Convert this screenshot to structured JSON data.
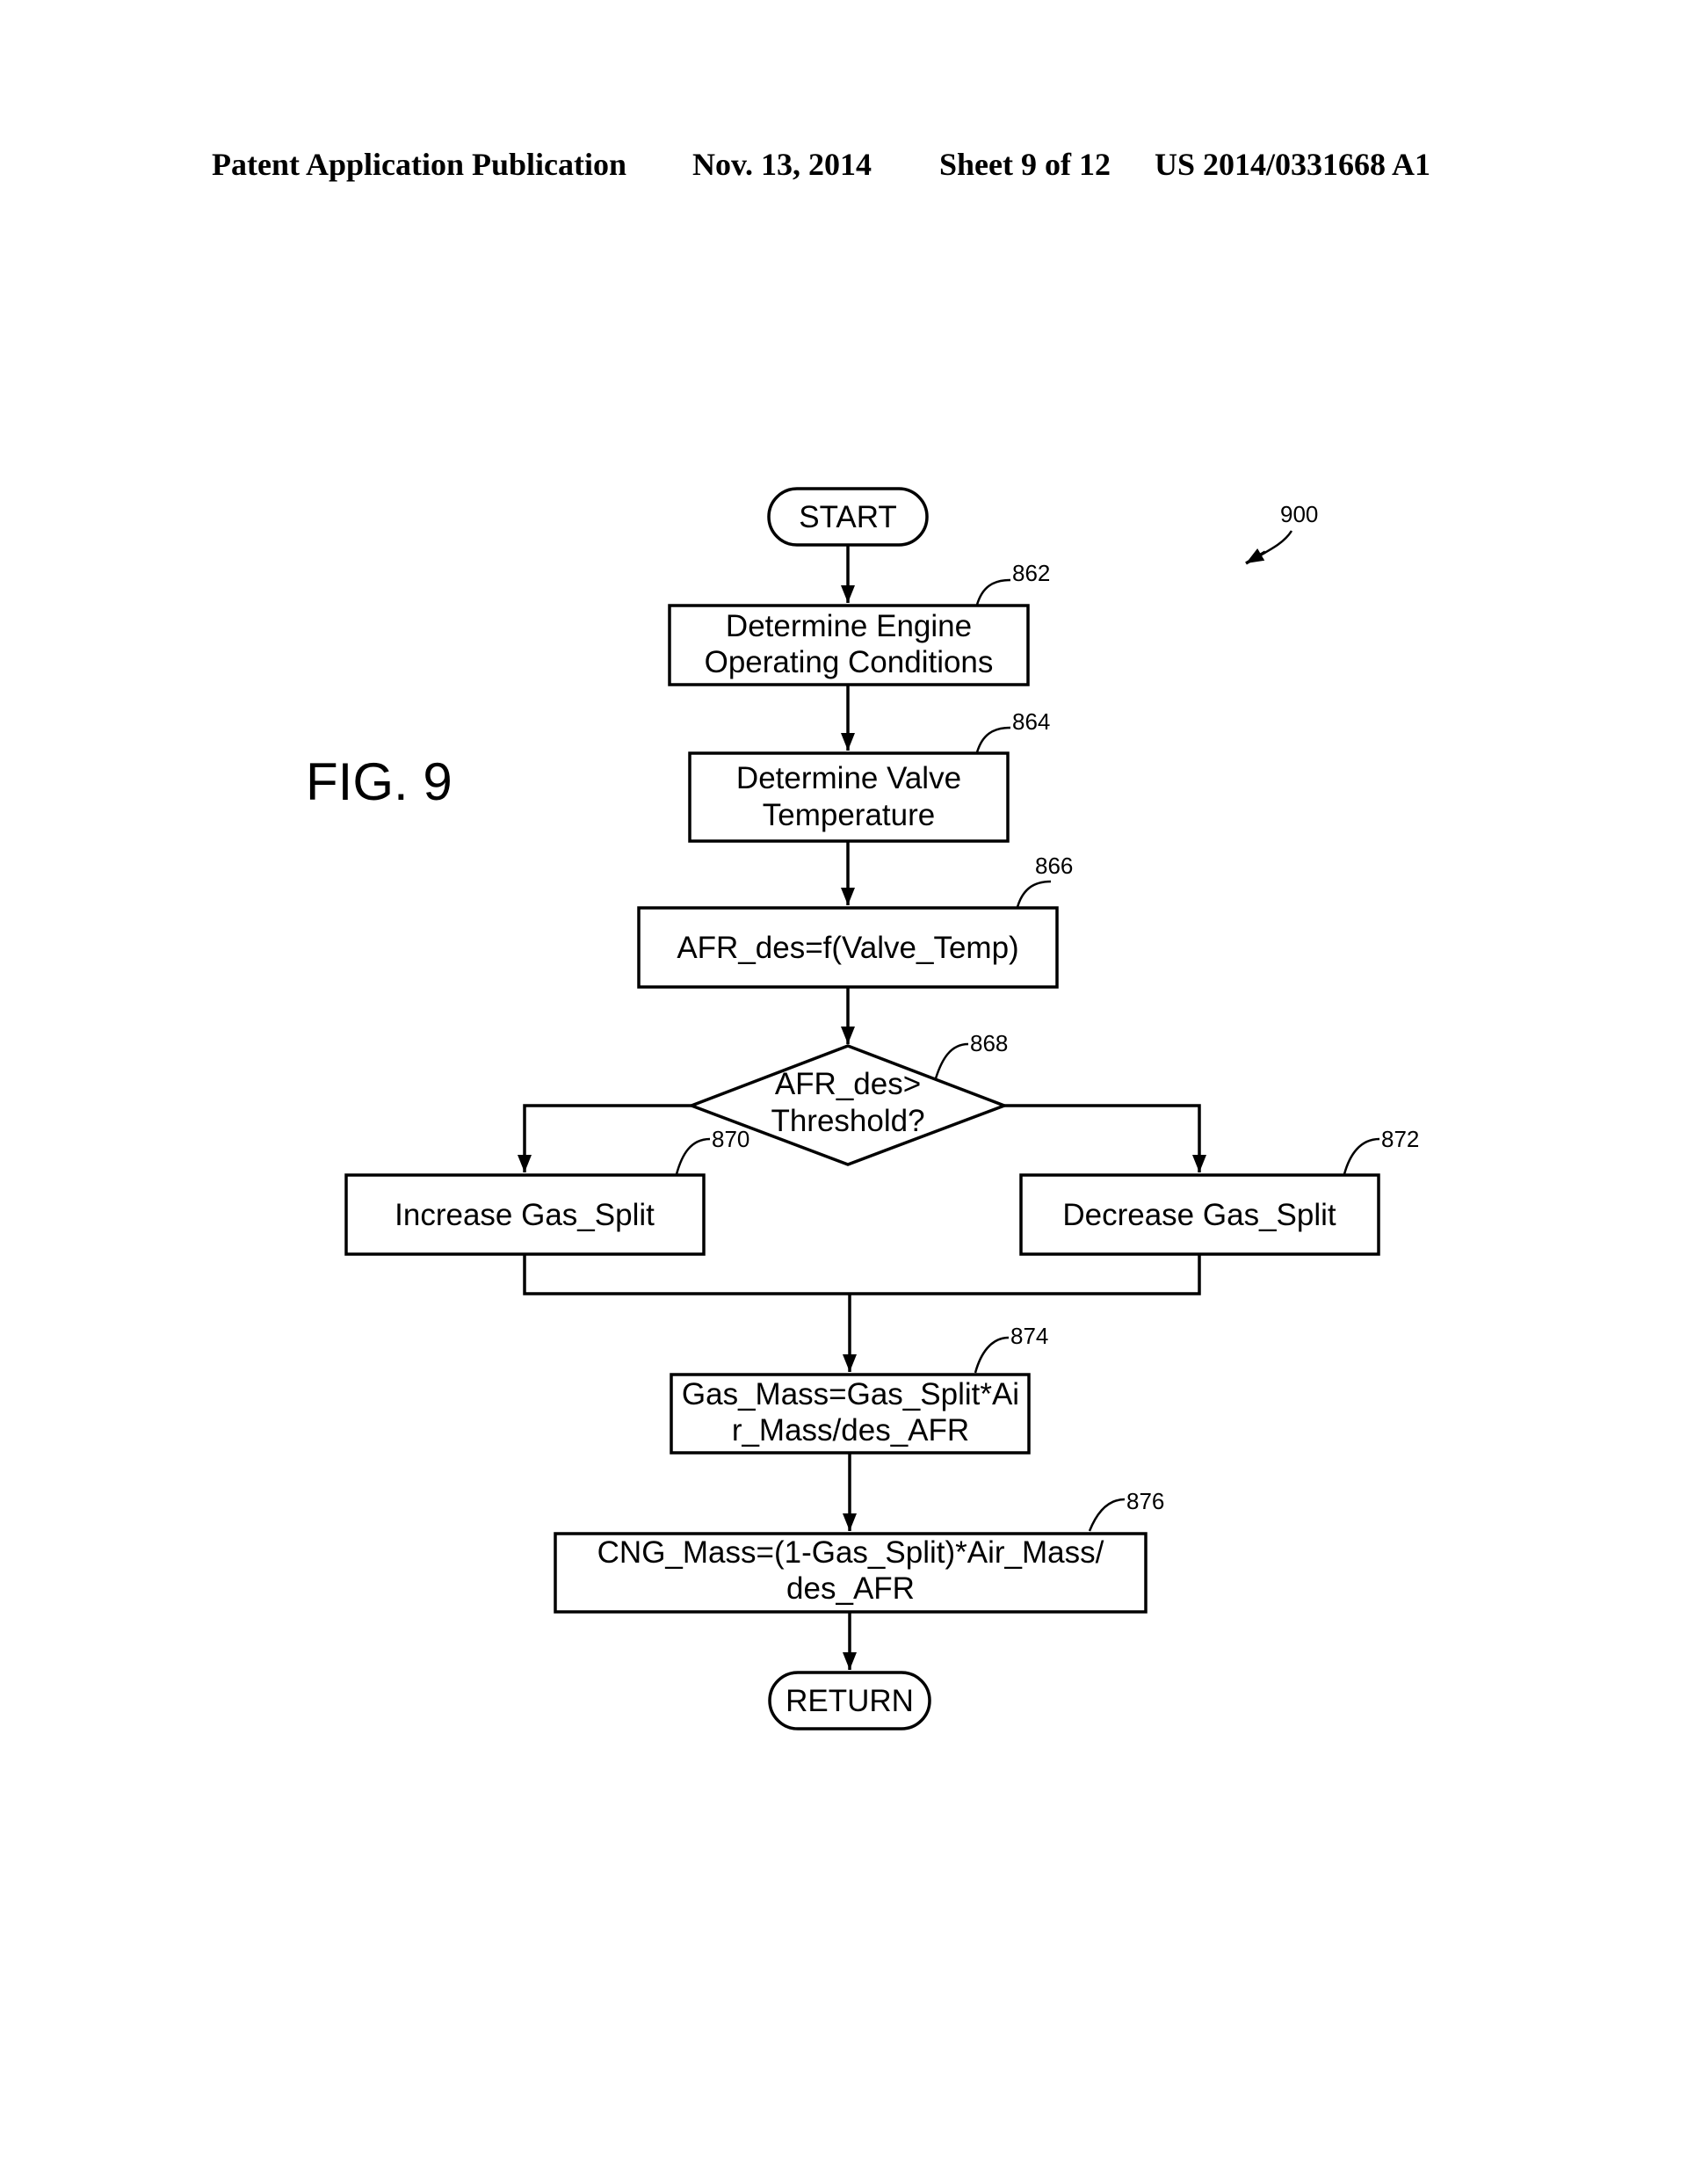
{
  "header": {
    "publication": "Patent Application Publication",
    "date": "Nov. 13, 2014",
    "sheet": "Sheet 9 of 12",
    "number": "US 2014/0331668 A1"
  },
  "figure_label": "FIG. 9",
  "diagram_ref": "900",
  "nodes": {
    "start": {
      "line1": "START"
    },
    "n862": {
      "ref": "862",
      "line1": "Determine Engine",
      "line2": "Operating Conditions"
    },
    "n864": {
      "ref": "864",
      "line1": "Determine Valve",
      "line2": "Temperature"
    },
    "n866": {
      "ref": "866",
      "line1": "AFR_des=f(Valve_Temp)"
    },
    "n868": {
      "ref": "868",
      "line1": "AFR_des>",
      "line2": "Threshold?"
    },
    "n870": {
      "ref": "870",
      "line1": "Increase Gas_Split"
    },
    "n872": {
      "ref": "872",
      "line1": "Decrease Gas_Split"
    },
    "n874": {
      "ref": "874",
      "line1": "Gas_Mass=Gas_Split*Ai",
      "line2": "r_Mass/des_AFR"
    },
    "n876": {
      "ref": "876",
      "line1": "CNG_Mass=(1-Gas_Split)*Air_Mass/",
      "line2": "des_AFR"
    },
    "return": {
      "line1": "RETURN"
    }
  }
}
